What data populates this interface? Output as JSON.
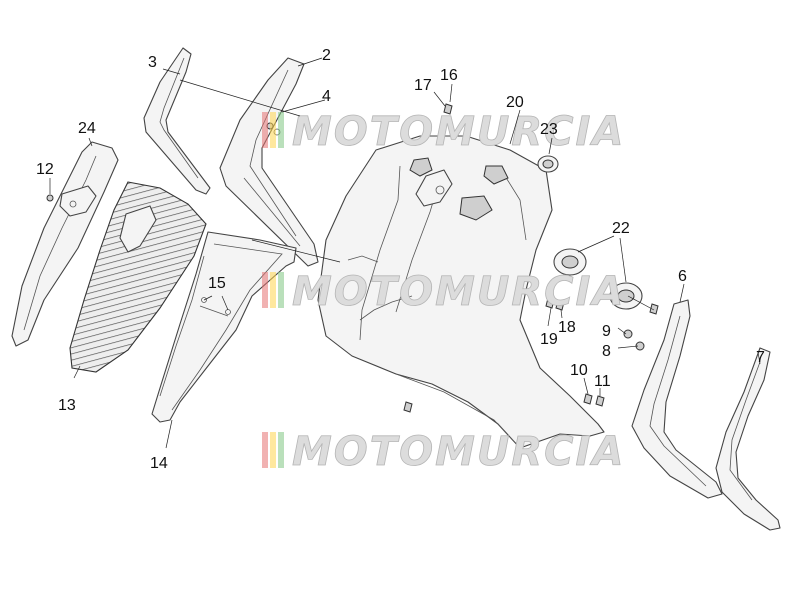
{
  "watermark": {
    "text": "MOTOMURCIA"
  },
  "callouts": [
    {
      "id": "1",
      "label": "2"
    },
    {
      "id": "2",
      "label": "3"
    },
    {
      "id": "3",
      "label": "4"
    },
    {
      "id": "4",
      "label": "24"
    },
    {
      "id": "5",
      "label": "12"
    },
    {
      "id": "6",
      "label": "13"
    },
    {
      "id": "7",
      "label": "15"
    },
    {
      "id": "8",
      "label": "14"
    },
    {
      "id": "9",
      "label": "17"
    },
    {
      "id": "10",
      "label": "16"
    },
    {
      "id": "11",
      "label": "20"
    },
    {
      "id": "12",
      "label": "23"
    },
    {
      "id": "13",
      "label": "22"
    },
    {
      "id": "14",
      "label": "6"
    },
    {
      "id": "15",
      "label": "19"
    },
    {
      "id": "16",
      "label": "18"
    },
    {
      "id": "17",
      "label": "9"
    },
    {
      "id": "18",
      "label": "8"
    },
    {
      "id": "19",
      "label": "10"
    },
    {
      "id": "20",
      "label": "11"
    },
    {
      "id": "21",
      "label": "7"
    }
  ]
}
